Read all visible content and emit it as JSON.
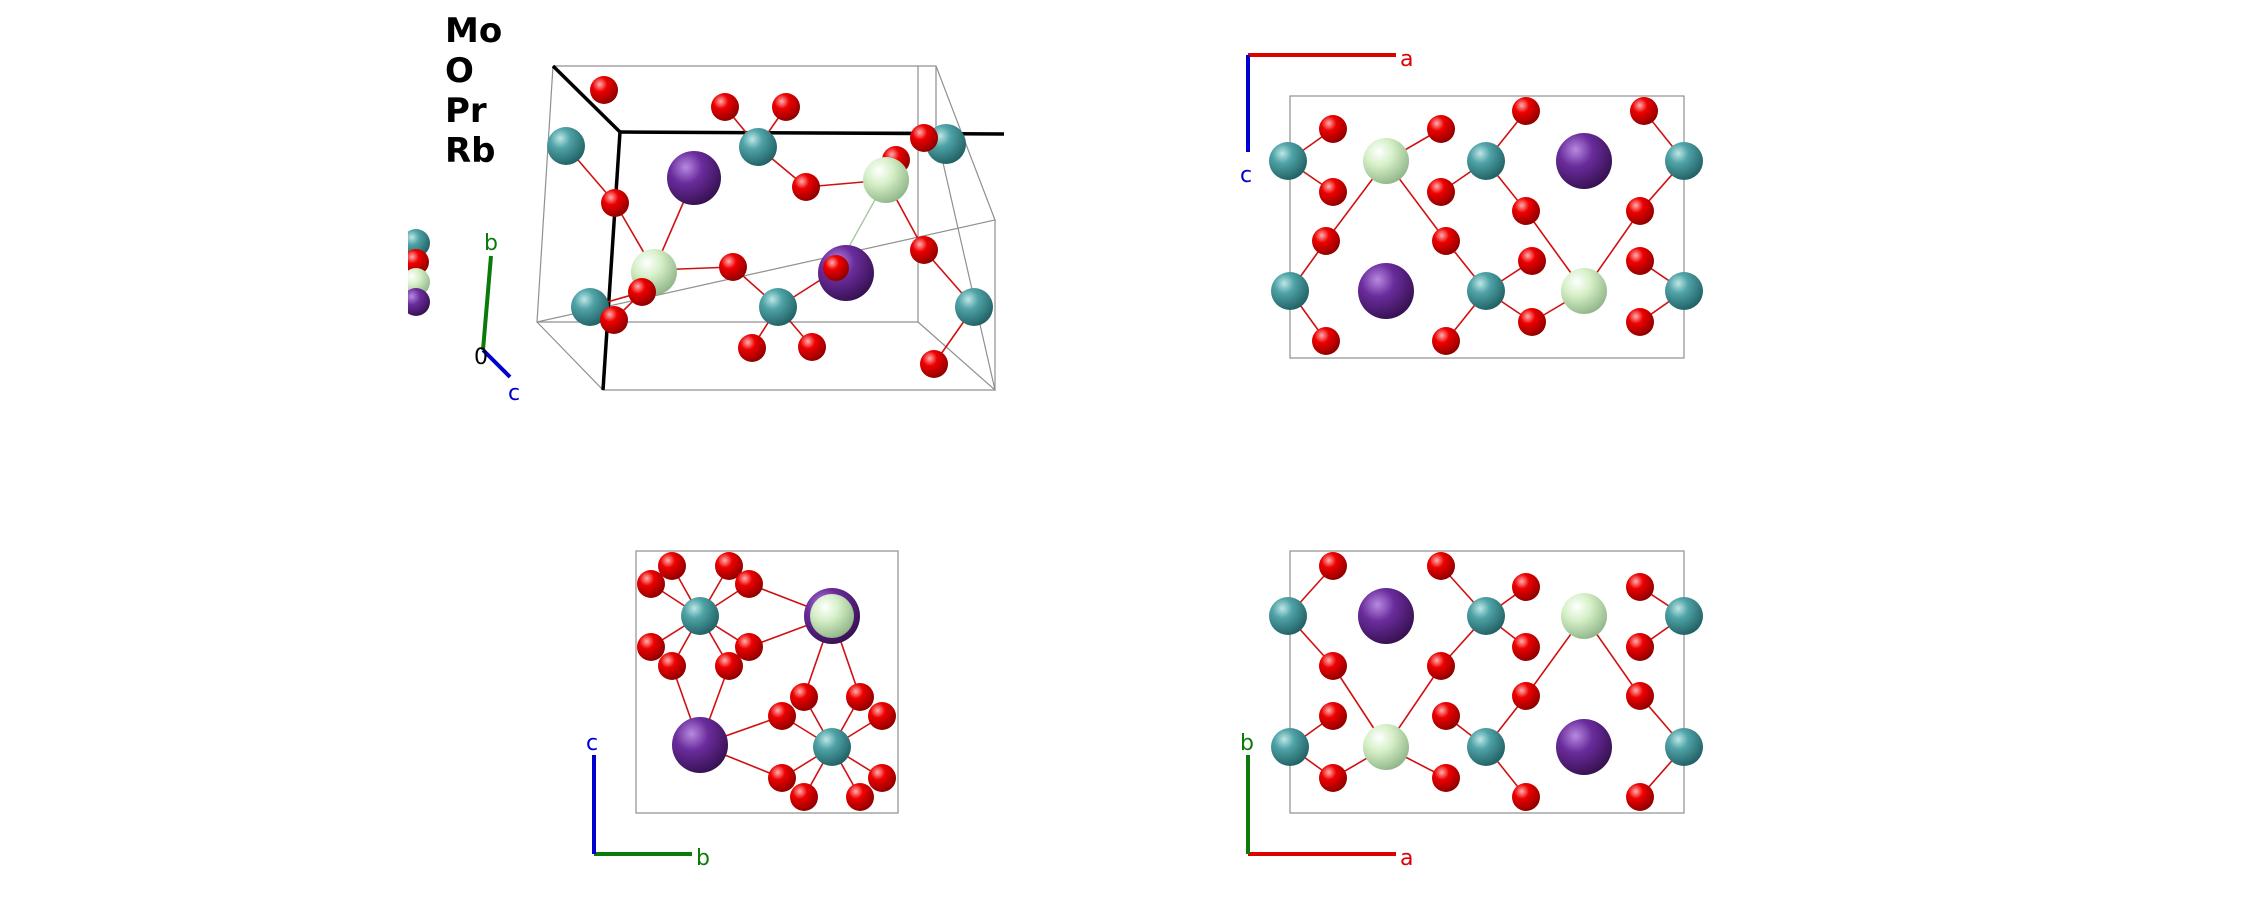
{
  "legend": {
    "elements": [
      "Mo",
      "O",
      "Pr",
      "Rb"
    ]
  },
  "colors": {
    "Mo": "#4a9aa0",
    "O": "#e00000",
    "Pr": "#d6f0c8",
    "Rb": "#6a2c9c",
    "axis_a": "#dd0000",
    "axis_b": "#0a7a0a",
    "axis_c": "#0000cc"
  },
  "panels": {
    "perspective": {
      "axes": {
        "b": "b",
        "c": "c",
        "origin": "0"
      }
    },
    "view_ac": {
      "axes": {
        "h": "a",
        "v": "c"
      }
    },
    "view_bc": {
      "axes": {
        "h": "b",
        "v": "c"
      }
    },
    "view_ab": {
      "axes": {
        "h": "a",
        "v": "b"
      }
    }
  }
}
